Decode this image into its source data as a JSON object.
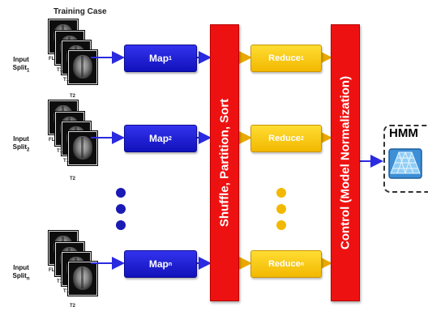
{
  "title": "Training Case",
  "splits": [
    {
      "label_main": "Input",
      "label_prefix": "Split",
      "label_sub": "1",
      "modalities": [
        "FL",
        "T1",
        "T1",
        "T2"
      ]
    },
    {
      "label_main": "Input",
      "label_prefix": "Split",
      "label_sub": "2",
      "modalities": [
        "FL",
        "T1",
        "T1",
        "T2"
      ]
    },
    {
      "label_main": "Input",
      "label_prefix": "Split",
      "label_sub": "n",
      "modalities": [
        "FL",
        "T1",
        "T1",
        "T2"
      ]
    }
  ],
  "maps": [
    {
      "label": "Map",
      "sub": "1"
    },
    {
      "label": "Map",
      "sub": "2"
    },
    {
      "label": "Map",
      "sub": "n"
    }
  ],
  "shuffle_label": "Shuffle, Partition, Sort",
  "reduces": [
    {
      "label": "Reduce",
      "sub": "1"
    },
    {
      "label": "Reduce",
      "sub": "2"
    },
    {
      "label": "Reduce",
      "sub": "n"
    }
  ],
  "control_label": "Control (Model Normalization)",
  "hmm_label": "HMM",
  "colors": {
    "map": "#1a1ab5",
    "reduce": "#f2b800",
    "bar": "#ee1111",
    "arrow": "#2a2ae0"
  }
}
